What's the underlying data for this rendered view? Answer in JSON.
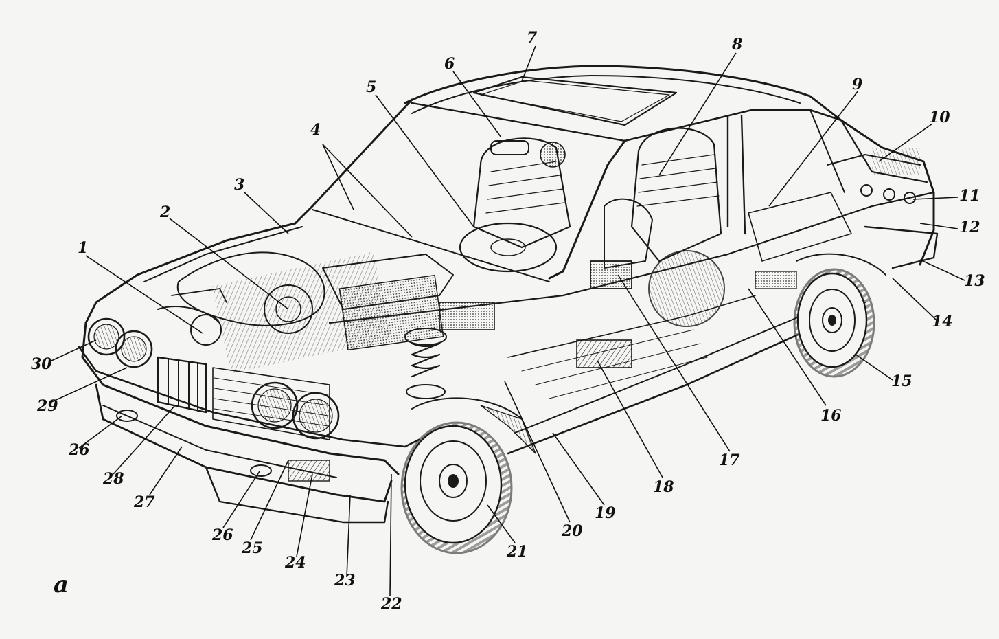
{
  "figure": {
    "panel_letter": "a",
    "callouts": [
      {
        "label": "1"
      },
      {
        "label": "2"
      },
      {
        "label": "3"
      },
      {
        "label": "4"
      },
      {
        "label": "5"
      },
      {
        "label": "6"
      },
      {
        "label": "7"
      },
      {
        "label": "8"
      },
      {
        "label": "9"
      },
      {
        "label": "10"
      },
      {
        "label": "11"
      },
      {
        "label": "12"
      },
      {
        "label": "13"
      },
      {
        "label": "14"
      },
      {
        "label": "15"
      },
      {
        "label": "16"
      },
      {
        "label": "17"
      },
      {
        "label": "18"
      },
      {
        "label": "19"
      },
      {
        "label": "20"
      },
      {
        "label": "21"
      },
      {
        "label": "22"
      },
      {
        "label": "23"
      },
      {
        "label": "24"
      },
      {
        "label": "25"
      },
      {
        "label": "26"
      },
      {
        "label": "26"
      },
      {
        "label": "27"
      },
      {
        "label": "28"
      },
      {
        "label": "29"
      },
      {
        "label": "30"
      }
    ]
  }
}
